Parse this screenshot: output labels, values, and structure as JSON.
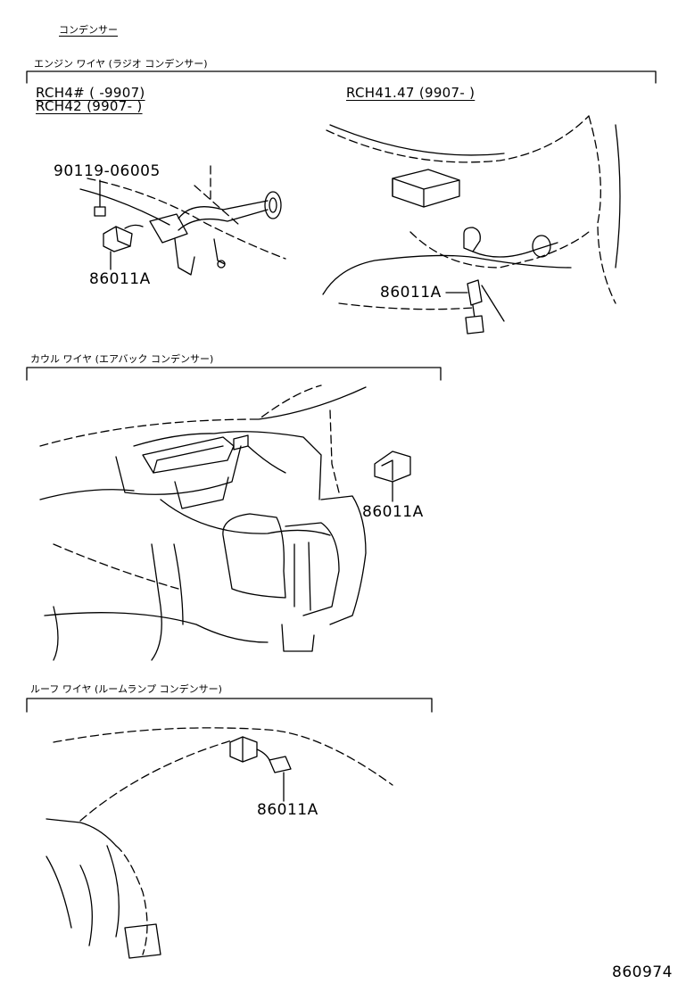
{
  "page_title": "コンデンサー",
  "sections": [
    {
      "title": "エンジン ワイヤ (ラジオ コンデンサー)",
      "models_left": [
        "RCH4# (     -9907)",
        "RCH42 (9907-     )"
      ],
      "models_right": "RCH41.47 (9907-     )",
      "parts": [
        "90119-06005",
        "86011A",
        "86011A"
      ]
    },
    {
      "title": "カウル ワイヤ (エアバック コンデンサー)",
      "parts": [
        "86011A"
      ]
    },
    {
      "title": "ルーフ ワイヤ (ルームランプ コンデンサー)",
      "parts": [
        "86011A"
      ]
    }
  ],
  "diagram_id": "860974"
}
